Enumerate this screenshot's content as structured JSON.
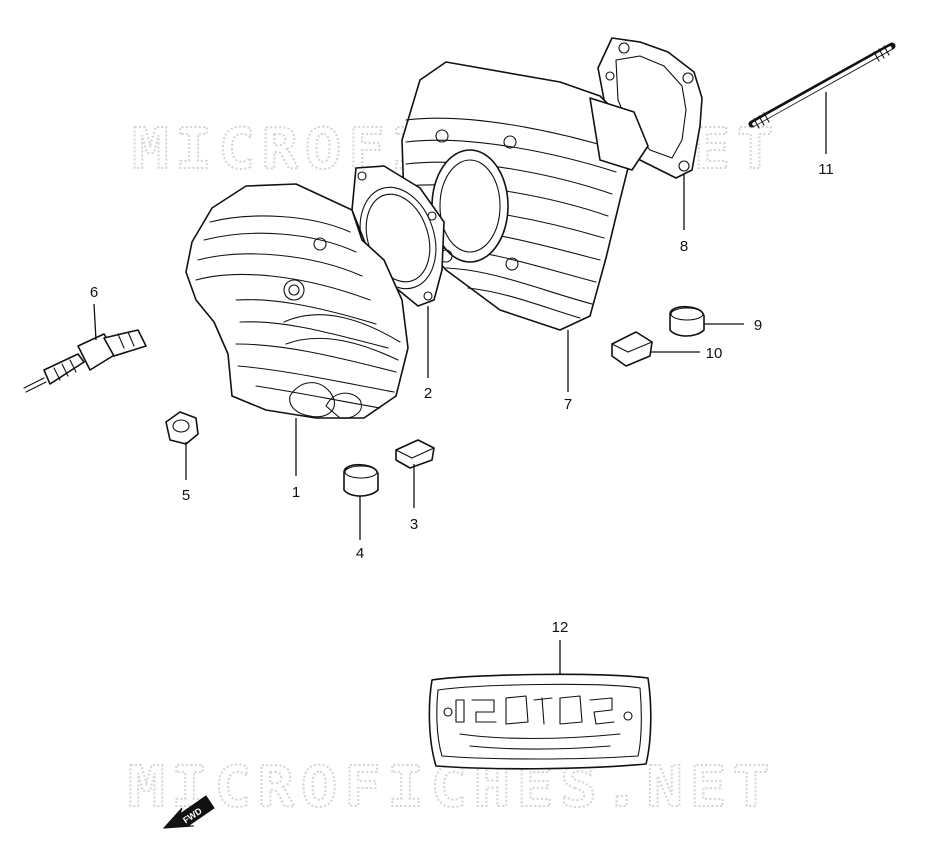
{
  "watermark": "MICROFICHES.NET",
  "fwd_label": "FWD",
  "callouts": {
    "p1": "1",
    "p2": "2",
    "p3": "3",
    "p4": "4",
    "p5": "5",
    "p6": "6",
    "p7": "7",
    "p8": "8",
    "p9": "9",
    "p10": "10",
    "p11": "11",
    "p12": "12"
  },
  "colors": {
    "line": "#111111",
    "watermark": "#d6d6d6",
    "background": "#ffffff"
  }
}
